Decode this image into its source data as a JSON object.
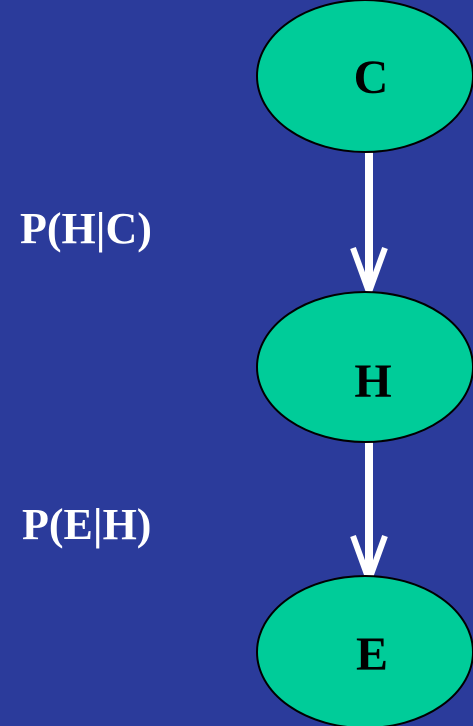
{
  "colors": {
    "background": "#2b3b9b",
    "node_fill": "#00cc99",
    "node_stroke": "#000000",
    "edge": "#ffffff",
    "label_text": "#ffffff"
  },
  "nodes": [
    {
      "id": "C",
      "label": "C"
    },
    {
      "id": "H",
      "label": "H"
    },
    {
      "id": "E",
      "label": "E"
    }
  ],
  "edges": [
    {
      "from": "C",
      "to": "H",
      "label": "P(H|C)"
    },
    {
      "from": "H",
      "to": "E",
      "label": "P(E|H)"
    }
  ]
}
